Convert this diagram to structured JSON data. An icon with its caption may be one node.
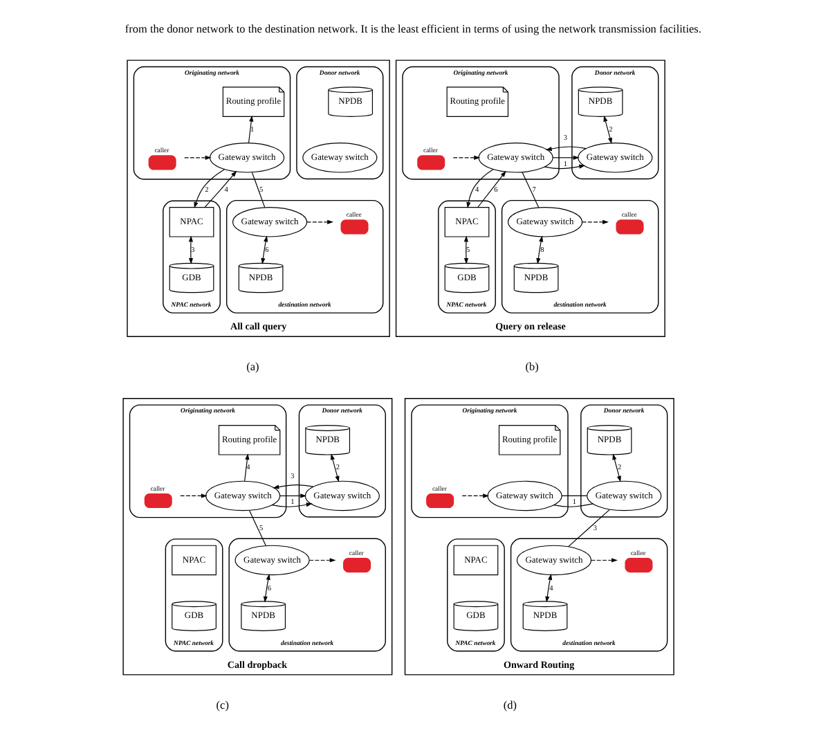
{
  "diagram": {
    "nodes": [
      {
        "text": [
          "All call query"
        ]
      },
      {
        "text": [
          "Originating network"
        ],
        "in": 0
      },
      {
        "text": [
          "Routing profile"
        ],
        "in": 1
      },
      {
        "text": [],
        "shape": "box",
        "beside": [
          "caller"
        ],
        "in": 1
      },
      {
        "text": [
          "Gateway switch"
        ],
        "in": 1
      },
      {
        "text": [
          "Donor network"
        ],
        "in": 0
      },
      {
        "text": [
          "NPDB"
        ],
        "in": 5
      },
      {
        "text": [
          "Gateway switch"
        ],
        "in": 5
      },
      {
        "text": [
          "NPAC network"
        ],
        "in": 0
      },
      {
        "text": [
          "NPAC"
        ],
        "in": 8
      },
      {
        "text": [
          "GDB"
        ],
        "in": 8
      },
      {
        "text": [
          "destination network"
        ],
        "in": 0
      },
      {
        "text": [
          "Gateway switch"
        ],
        "in": 11
      },
      {
        "text": [],
        "shape": "box",
        "beside": [
          "callee"
        ],
        "in": 11
      },
      {
        "text": [
          "NPDB"
        ],
        "in": 11
      },
      {
        "text": [
          "Query on release"
        ]
      },
      {
        "text": [
          "Originating network"
        ],
        "in": 15
      },
      {
        "text": [
          "Routing profile"
        ],
        "in": 16
      },
      {
        "text": [],
        "shape": "box",
        "beside": [
          "caller"
        ],
        "in": 16
      },
      {
        "text": [
          "Gateway switch"
        ],
        "in": 16
      },
      {
        "text": [
          "Donor network"
        ],
        "in": 15
      },
      {
        "text": [
          "NPDB"
        ],
        "in": 20
      },
      {
        "text": [
          "Gateway switch"
        ],
        "in": 20
      },
      {
        "text": [
          "NPAC network"
        ],
        "in": 15
      },
      {
        "text": [
          "NPAC"
        ],
        "in": 23
      },
      {
        "text": [
          "GDB"
        ],
        "in": 23
      },
      {
        "text": [
          "destination network"
        ],
        "in": 15
      },
      {
        "text": [
          "Gateway switch"
        ],
        "in": 26
      },
      {
        "text": [],
        "shape": "box",
        "beside": [
          "callee"
        ],
        "in": 26
      },
      {
        "text": [
          "NPDB"
        ],
        "in": 26
      },
      {
        "text": [
          "Call dropback"
        ]
      },
      {
        "text": [
          "Originating network"
        ],
        "in": 30
      },
      {
        "text": [
          "Routing profile"
        ],
        "in": 31
      },
      {
        "text": [],
        "shape": "box",
        "beside": [
          "caller"
        ],
        "in": 31
      },
      {
        "text": [
          "Gateway switch"
        ],
        "in": 31
      },
      {
        "text": [
          "Donor network"
        ],
        "in": 30
      },
      {
        "text": [
          "NPDB"
        ],
        "in": 35
      },
      {
        "text": [
          "Gateway switch"
        ],
        "in": 35
      },
      {
        "text": [
          "NPAC network"
        ],
        "in": 30
      },
      {
        "text": [
          "NPAC"
        ],
        "in": 38
      },
      {
        "text": [
          "GDB"
        ],
        "in": 38
      },
      {
        "text": [
          "destination network"
        ],
        "in": 30
      },
      {
        "text": [
          "Gateway switch"
        ],
        "in": 41
      },
      {
        "text": [],
        "shape": "box",
        "beside": [
          "caller"
        ],
        "in": 41
      },
      {
        "text": [
          "NPDB"
        ],
        "in": 41
      },
      {
        "text": [
          "Onward Routing"
        ]
      },
      {
        "text": [
          "Originating network"
        ],
        "in": 45
      },
      {
        "text": [
          "Routing profile"
        ],
        "in": 46
      },
      {
        "text": [],
        "shape": "box",
        "beside": [
          "caller"
        ],
        "in": 46
      },
      {
        "text": [
          "Gateway switch"
        ],
        "in": 46
      },
      {
        "text": [
          "Donor network"
        ],
        "in": 45
      },
      {
        "text": [
          "NPDB"
        ],
        "in": 50
      },
      {
        "text": [
          "Gateway switch"
        ],
        "in": 50
      },
      {
        "text": [
          "NPAC network"
        ],
        "in": 45
      },
      {
        "text": [
          "NPAC"
        ],
        "in": 53
      },
      {
        "text": [
          "GDB"
        ],
        "in": 53
      },
      {
        "text": [
          "destination network"
        ],
        "in": 45
      },
      {
        "text": [
          "Gateway switch"
        ],
        "in": 56
      },
      {
        "text": [],
        "shape": "box",
        "beside": [
          "callee"
        ],
        "in": 56
      },
      {
        "text": [
          "NPDB"
        ],
        "in": 56
      }
    ],
    "edges": [
      {
        "from": 3,
        "to": 4,
        "arrow": "to",
        "style": "dashed"
      },
      {
        "from": 4,
        "to": 2,
        "arrow": "to",
        "label": "1"
      },
      {
        "from": 4,
        "to": 9,
        "arrow": "to",
        "label": "2"
      },
      {
        "from": 9,
        "to": 10,
        "arrow": "both",
        "label": "3"
      },
      {
        "from": 9,
        "to": 4,
        "arrow": "to",
        "label": "4"
      },
      {
        "from": 4,
        "to": 12,
        "arrow": "none",
        "label": "5"
      },
      {
        "from": 12,
        "to": 14,
        "arrow": "both",
        "label": "6"
      },
      {
        "from": 12,
        "to": 13,
        "arrow": "to",
        "style": "dashed"
      },
      {
        "from": 18,
        "to": 19,
        "arrow": "to",
        "style": "dashed"
      },
      {
        "from": 19,
        "to": 22,
        "arrow": "to",
        "label": "1"
      },
      {
        "from": 22,
        "to": 21,
        "arrow": "both",
        "label": "2"
      },
      {
        "from": 22,
        "to": 19,
        "arrow": "to",
        "label": "3"
      },
      {
        "from": 19,
        "to": 24,
        "arrow": "to",
        "label": "4"
      },
      {
        "from": 24,
        "to": 25,
        "arrow": "both",
        "label": "5"
      },
      {
        "from": 24,
        "to": 19,
        "arrow": "to",
        "label": "6"
      },
      {
        "from": 19,
        "to": 27,
        "arrow": "none",
        "label": "7"
      },
      {
        "from": 27,
        "to": 29,
        "arrow": "both",
        "label": "8"
      },
      {
        "from": 27,
        "to": 28,
        "arrow": "to",
        "style": "dashed"
      },
      {
        "from": 33,
        "to": 34,
        "arrow": "to",
        "style": "dashed"
      },
      {
        "from": 34,
        "to": 37,
        "arrow": "to",
        "label": "1"
      },
      {
        "from": 37,
        "to": 36,
        "arrow": "both",
        "label": "2"
      },
      {
        "from": 37,
        "to": 34,
        "arrow": "to",
        "label": "3"
      },
      {
        "from": 34,
        "to": 32,
        "arrow": "to",
        "label": "4"
      },
      {
        "from": 34,
        "to": 42,
        "arrow": "none",
        "label": "5"
      },
      {
        "from": 42,
        "to": 44,
        "arrow": "both",
        "label": "6"
      },
      {
        "from": 42,
        "to": 43,
        "arrow": "to",
        "style": "dashed"
      },
      {
        "from": 48,
        "to": 49,
        "arrow": "to",
        "style": "dashed"
      },
      {
        "from": 49,
        "to": 52,
        "arrow": "none",
        "label": "1"
      },
      {
        "from": 52,
        "to": 51,
        "arrow": "both",
        "label": "2"
      },
      {
        "from": 52,
        "to": 57,
        "arrow": "none",
        "label": "3"
      },
      {
        "from": 57,
        "to": 59,
        "arrow": "both",
        "label": "4"
      },
      {
        "from": 57,
        "to": 58,
        "arrow": "to",
        "style": "dashed"
      }
    ],
    "labels": [
      "from the donor network to the destination network. It is the least efficient in terms of using the network transmission facilities.",
      "(a)",
      "(b)",
      "(c)",
      "(d)"
    ]
  }
}
